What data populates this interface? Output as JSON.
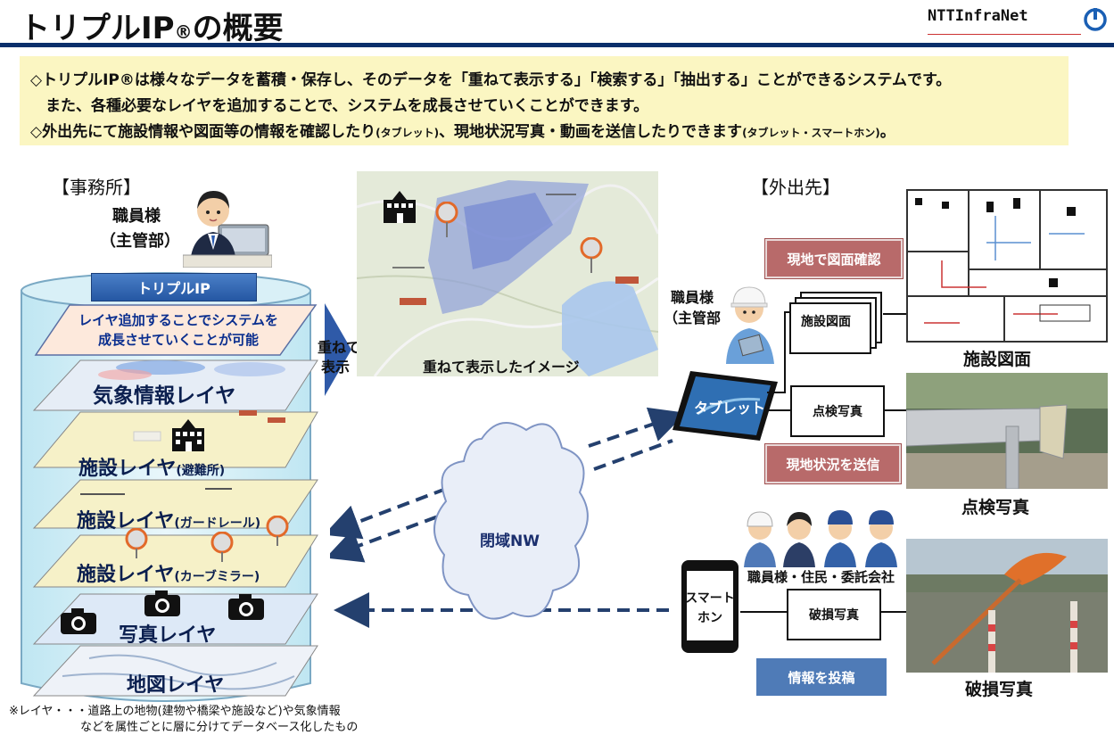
{
  "header": {
    "title_main": "トリプルIP",
    "title_reg": "®",
    "title_tail": "の概要",
    "brand": "NTTInfraNet"
  },
  "info": {
    "line1": "◇トリプルIP®は様々なデータを蓄積・保存し、そのデータを「重ねて表示する」「検索する」「抽出する」ことができるシステムです。",
    "line2": "　また、各種必要なレイヤを追加することで、システムを成長させていくことができます。",
    "line3_main": "◇外出先にて施設情報や図面等の情報を確認したり",
    "line3_sub1": "(タブレット)",
    "line3_mid": "、現地状況写真・動画を送信したりできます",
    "line3_sub2": "(タブレット・スマートホン)",
    "line3_end": "。"
  },
  "office": {
    "section": "【事務所】",
    "staff": "職員様",
    "dept": "（主管部）",
    "system_label": "トリプルIP",
    "growth_line1": "レイヤ追加することでシステムを",
    "growth_line2": "成長させていくことが可能",
    "layers": [
      {
        "name": "気象情報レイヤ",
        "sub": ""
      },
      {
        "name": "施設レイヤ",
        "sub": "(避難所)"
      },
      {
        "name": "施設レイヤ",
        "sub": "(ガードレール)"
      },
      {
        "name": "施設レイヤ",
        "sub": "(カーブミラー)"
      },
      {
        "name": "写真レイヤ",
        "sub": ""
      },
      {
        "name": "地図レイヤ",
        "sub": ""
      }
    ],
    "note_line1": "※レイヤ・・・道路上の地物(建物や橋梁や施設など)や気象情報",
    "note_line2": "などを属性ごとに層に分けてデータベース化したもの"
  },
  "overlay": {
    "arrow_line1": "重ねて",
    "arrow_line2": "表示",
    "image_caption": "重ねて表示したイメージ"
  },
  "network": {
    "label": "閉域NW"
  },
  "field": {
    "section": "【外出先】",
    "staff": "職員様",
    "dept": "（主管部",
    "tablet_label": "タブレット",
    "btn_confirm": "現地で図面確認",
    "btn_send": "現地状況を送信",
    "box_drawing": "施設図面",
    "box_inspect": "点検写真",
    "caption_drawing": "施設図面",
    "caption_inspect": "点検写真",
    "group_label": "職員様・住民・委託会社",
    "phone_line1": "スマート",
    "phone_line2": "ホン",
    "box_damage": "破損写真",
    "btn_post": "情報を投稿",
    "caption_damage": "破損写真"
  },
  "colors": {
    "navy": "#0b2f6b",
    "info_bg": "#fbf6c2",
    "btn_red": "#b86a6a",
    "btn_blue": "#4f7bb7",
    "arrow": "#24406e"
  }
}
